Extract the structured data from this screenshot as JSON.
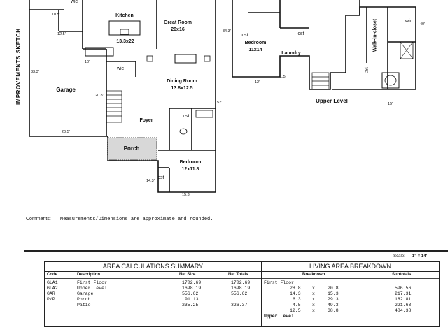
{
  "sidebar": {
    "label": "IMPROVEMENTS SKETCH"
  },
  "sketch": {
    "rooms": {
      "kitchen": "Kitchen",
      "kitchen_dim": "13.3x22",
      "great_room": "Great Room",
      "great_room_dim": "20x16",
      "garage": "Garage",
      "wic": "wic",
      "wic_top": "wic",
      "dining_room": "Dining Room",
      "dining_room_dim": "13.8x12.5",
      "foyer": "Foyer",
      "cst": "cst",
      "cst2": "cst",
      "porch": "Porch",
      "bedroom1": "Bedroom",
      "bedroom1_dim": "12x11.8",
      "bedroom2": "Bedroom",
      "bedroom2_dim": "11x14",
      "cst_up1": "cst",
      "cst_up2": "cst",
      "laundry": "Laundry",
      "walk_in_closet": "Walk-in-closet",
      "wic_up": "wic",
      "cst_up3": "cst",
      "upper_level": "Upper Level"
    },
    "dims": {
      "d10_5": "10.5'",
      "d12_5": "12.5'",
      "d33_3": "33.3'",
      "d10": "10'",
      "d20_8": "20.8'",
      "d20_5": "20.5'",
      "d52": "52'",
      "d14_3": "14.3'",
      "d15_3": "15.3'",
      "d34_3": "34.3'",
      "d12": "12'",
      "d1_5": "1.5'",
      "d40": "40'",
      "d15": "15'"
    }
  },
  "comments": {
    "label": "Comments:",
    "text": "Measurements/Dimensions are approximate and rounded."
  },
  "scale": {
    "label": "Scale:",
    "value": "1\" = 14'"
  },
  "area_summary": {
    "title": "AREA CALCULATIONS SUMMARY",
    "headers": {
      "code": "Code",
      "description": "Description",
      "net_size": "Net Size",
      "net_totals": "Net Totals"
    },
    "rows": [
      {
        "code": "GLA1",
        "description": "First Floor",
        "net_size": "1702.69",
        "net_total": "1702.69"
      },
      {
        "code": "GLA2",
        "description": "Upper Level",
        "net_size": "1698.19",
        "net_total": "1698.19"
      },
      {
        "code": "GAR",
        "description": "Garage",
        "net_size": "556.62",
        "net_total": "556.62"
      },
      {
        "code": "P/P",
        "description": "Porch",
        "net_size": "91.13",
        "net_total": ""
      },
      {
        "code": "",
        "description": "Patio",
        "net_size": "235.25",
        "net_total": "326.37"
      }
    ]
  },
  "living_breakdown": {
    "title": "LIVING AREA BREAKDOWN",
    "headers": {
      "breakdown": "Breakdown",
      "subtotals": "Subtotals"
    },
    "section1": "First Floor",
    "rows": [
      {
        "a": "28.8",
        "x": "x",
        "b": "20.8",
        "subtotal": "596.56"
      },
      {
        "a": "14.3",
        "x": "x",
        "b": "15.3",
        "subtotal": "217.31"
      },
      {
        "a": "6.3",
        "x": "x",
        "b": "29.3",
        "subtotal": "182.81"
      },
      {
        "a": "4.5",
        "x": "x",
        "b": "49.3",
        "subtotal": "221.63"
      },
      {
        "a": "12.5",
        "x": "x",
        "b": "38.8",
        "subtotal": "484.38"
      }
    ],
    "section2": "Upper Level"
  }
}
